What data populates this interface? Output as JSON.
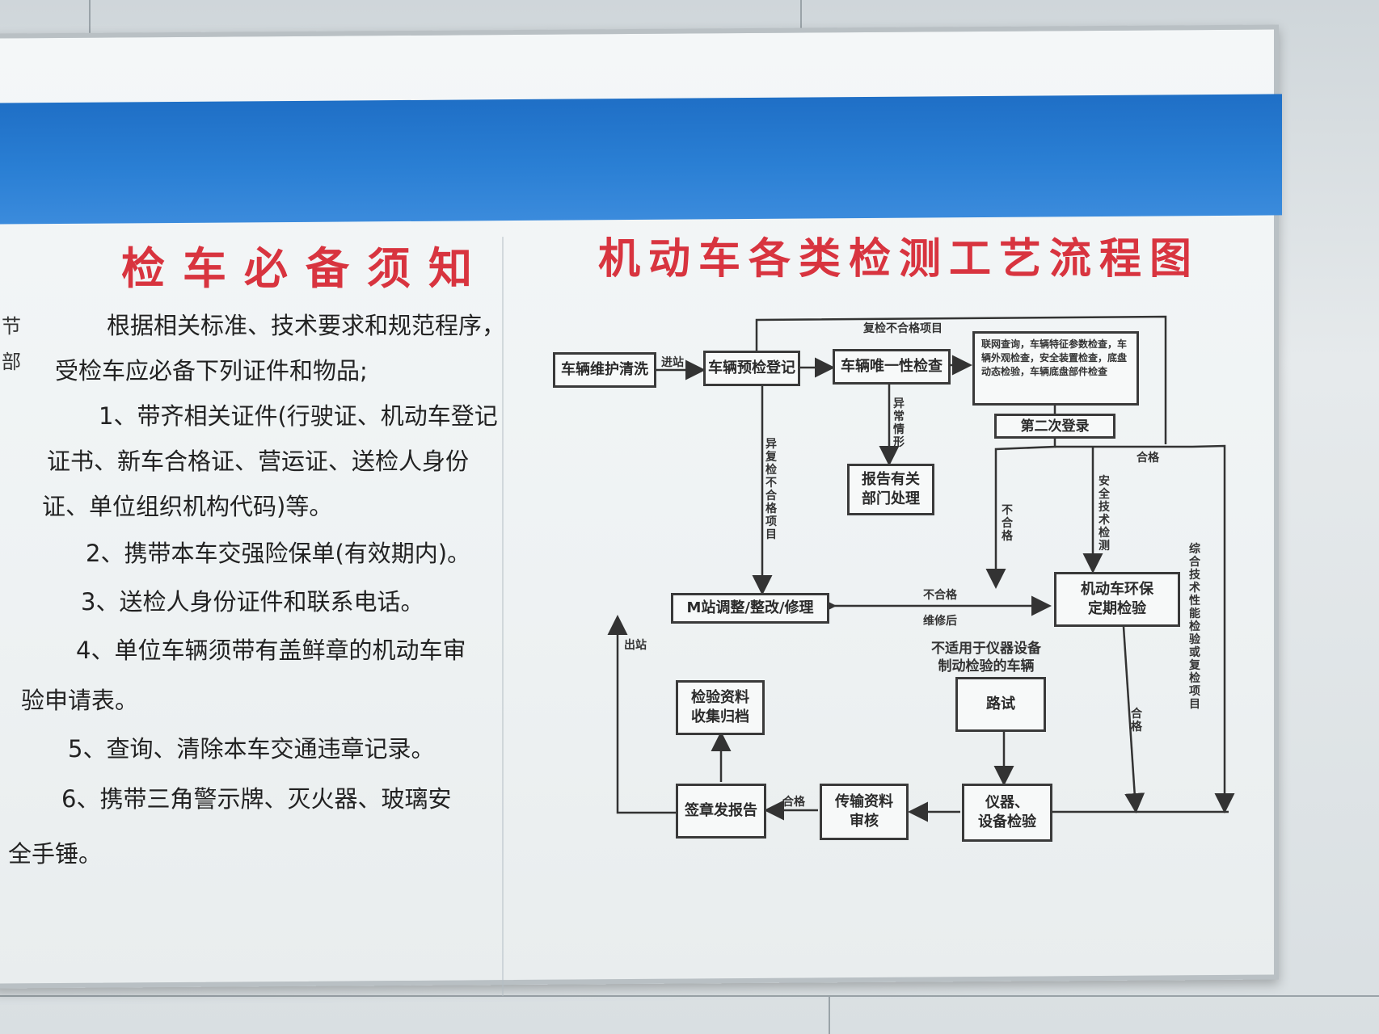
{
  "left_title": "检车必备须知",
  "right_title": "机动车各类检测工艺流程图",
  "left_edge_chars": [
    "节",
    "部"
  ],
  "notice": {
    "lines": [
      "根据相关标准、技术要求和规范程序，",
      "受检车应必备下列证件和物品;",
      "1、带齐相关证件(行驶证、机动车登记",
      "证书、新车合格证、营运证、送检人身份",
      "证、单位组织机构代码)等。",
      "2、携带本车交强险保单(有效期内)。",
      "3、送检人身份证件和联系电话。",
      "4、单位车辆须带有盖鲜章的机动车审",
      "验申请表。",
      "5、查询、清除本车交通违章记录。",
      "6、携带三角警示牌、灭火器、玻璃安",
      "全手锤。"
    ]
  },
  "flow": {
    "boxes": {
      "wash": "车辆维护清洗",
      "precheck": "车辆预检登记",
      "unique": "车辆唯一性检查",
      "report_dept": "报告有关\n部门处理",
      "second_login": "第二次登录",
      "m_station": "M站调整/整改/修理",
      "env_check": "机动车环保\n定期检验",
      "road_test": "路试",
      "archive": "检验资料\n收集归档",
      "sign_report": "签章发报告",
      "transfer": "传输资料\n审核",
      "instrument": "仪器、\n设备检验"
    },
    "note": "联网查询，车辆特征参数检查，车辆外观检查，安全装置检查，底盘动态检验，车辆底盘部件检查",
    "labels": {
      "enter": "进站",
      "recheck_fail": "复检不合格项目",
      "abnormal": "异常情形",
      "recheck_fail_vertical": "异复检不合格项目",
      "pass_top": "合格",
      "fail": "不合格",
      "safety_tech": "安全技术检测",
      "comprehensive": "综合技术性能检验或复检项目",
      "fail_mid": "不合格",
      "after_repair": "维修后",
      "exit": "出站",
      "not_applicable": "不适用于仪器设备\n制动检验的车辆",
      "pass_right": "合格",
      "pass_bottom": "合格"
    }
  }
}
